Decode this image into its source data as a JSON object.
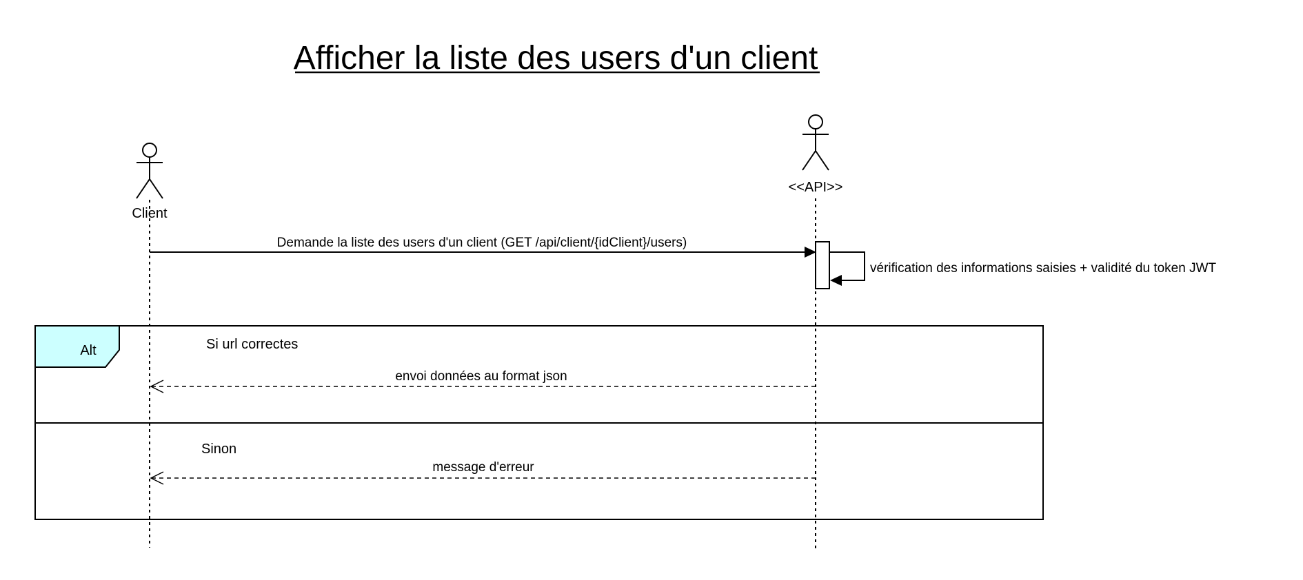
{
  "title": "Afficher la liste des users d'un client",
  "participants": {
    "client": {
      "label": "Client"
    },
    "api": {
      "label": "<<API>>"
    }
  },
  "messages": {
    "request": "Demande la liste des users d'un client (GET /api/client/{idClient}/users)",
    "self_check": "vérification des informations saisies + validité du token JWT",
    "reply_success": "envoi données au format json",
    "reply_error": "message d'erreur"
  },
  "alt_fragment": {
    "label": "Alt",
    "label_fill": "#ccffff",
    "condition_1": "Si url correctes",
    "condition_2": "Sinon"
  }
}
